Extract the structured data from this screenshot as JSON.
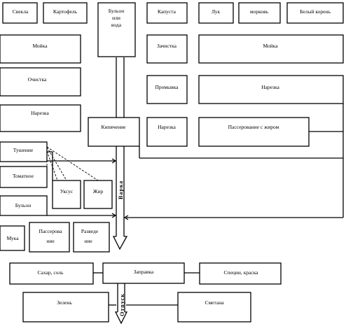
{
  "ingredients": {
    "beet": "Свекла",
    "potato": "Картофель",
    "broth_line1": "Бульон",
    "broth_line2": "или",
    "broth_line3": "вода",
    "cabbage": "Капуста",
    "onion": "Лук",
    "carrot": "морковь",
    "white_root": "Белый корень"
  },
  "left_process": {
    "wash": "Мойка",
    "peel": "Очистка",
    "cut": "Нарезка",
    "stew": "Тушение",
    "tomato": "Томатное",
    "broth": "Бульон",
    "vinegar": "Уксус",
    "fat": "Жир",
    "flour": "Мука",
    "sauteed_line1": "Пассерова",
    "sauteed_line2": "ние",
    "dilution_line1": "Разведе",
    "dilution_line2": "ние"
  },
  "center_process": {
    "boiling": "Кипячение",
    "flow_label": "Варка",
    "bottom_flow_label": "Отпуск"
  },
  "right_process": {
    "cabbage_clean": "Зачистка",
    "cabbage_rinse": "Промывка",
    "cabbage_cut": "Нарезка",
    "veg_wash": "Мойка",
    "veg_cut": "Нарезка",
    "veg_saute": "Пассерование с жиром"
  },
  "bottom": {
    "sugar_salt": "Сахар, соль",
    "dressing": "Заправка",
    "spices": "Специи, краска",
    "greens": "Зелень",
    "sour_cream": "Сметана"
  }
}
